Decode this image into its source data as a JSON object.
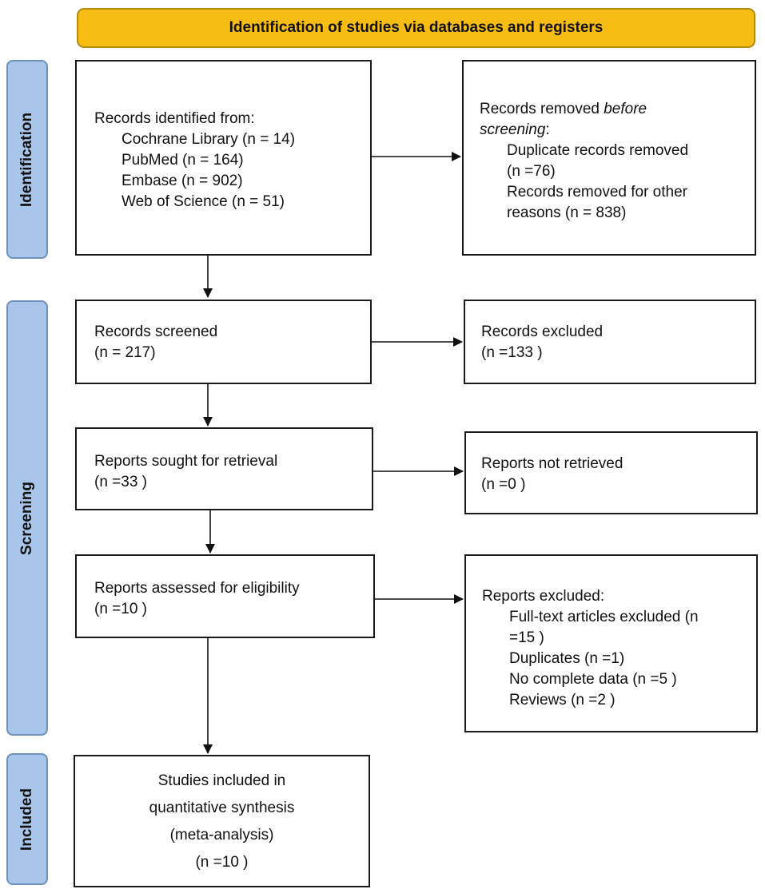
{
  "header": {
    "title": "Identification of studies via databases and registers"
  },
  "phases": {
    "identification": "Identification",
    "screening": "Screening",
    "included": "Included"
  },
  "identified": {
    "title": "Records identified from:",
    "sources": [
      "Cochrane Library (n = 14)",
      "PubMed (n = 164)",
      "Embase (n = 902)",
      "Web of Science (n = 51)"
    ]
  },
  "removed": {
    "title_prefix": "Records removed ",
    "title_italic_1": "before",
    "title_italic_2": "screening",
    "title_suffix": ":",
    "items": [
      "Duplicate records removed",
      "(n =76)",
      "Records removed for other",
      "reasons (n = 838)"
    ]
  },
  "screened": {
    "line1": "Records screened",
    "line2": "(n = 217)"
  },
  "excluded": {
    "line1": "Records excluded",
    "line2": "(n =133 )"
  },
  "sought": {
    "line1": "Reports sought for retrieval",
    "line2": "(n =33 )"
  },
  "not_retrieved": {
    "line1": "Reports not retrieved",
    "line2": "(n =0 )"
  },
  "assessed": {
    "line1": "Reports assessed for eligibility",
    "line2": "(n =10 )"
  },
  "reports_excluded": {
    "title": "Reports excluded:",
    "items": [
      "Full-text articles excluded (n",
      "=15 )",
      "Duplicates (n =1)",
      "No complete data (n =5 )",
      "Reviews (n =2 )"
    ]
  },
  "included": {
    "lines": [
      "Studies included in",
      "quantitative synthesis",
      "(meta-analysis)",
      "(n =10 )"
    ]
  }
}
